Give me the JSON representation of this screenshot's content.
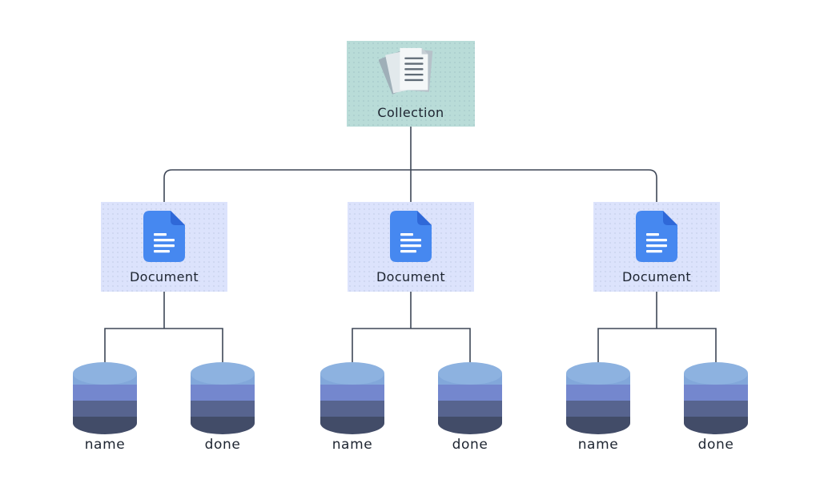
{
  "diagram": {
    "collection": {
      "label": "Collection",
      "icon": "papers-stack-icon"
    },
    "documents": [
      {
        "label": "Document",
        "icon": "document-icon",
        "fields": [
          {
            "label": "name",
            "icon": "database-cylinder-icon"
          },
          {
            "label": "done",
            "icon": "database-cylinder-icon"
          }
        ]
      },
      {
        "label": "Document",
        "icon": "document-icon",
        "fields": [
          {
            "label": "name",
            "icon": "database-cylinder-icon"
          },
          {
            "label": "done",
            "icon": "database-cylinder-icon"
          }
        ]
      },
      {
        "label": "Document",
        "icon": "document-icon",
        "fields": [
          {
            "label": "name",
            "icon": "database-cylinder-icon"
          },
          {
            "label": "done",
            "icon": "database-cylinder-icon"
          }
        ]
      }
    ],
    "colors": {
      "collection_bg": "#b9dcd8",
      "document_bg": "#dce3fc",
      "doc_icon_blue": "#4688f0",
      "doc_icon_fold": "#2f68d8",
      "line": "#3e4757",
      "text": "#1d2430",
      "cylinder_top": "#8db2e0",
      "cylinder_band1": "#82a7da",
      "cylinder_band2": "#7487ce",
      "cylinder_band3": "#57648f",
      "cylinder_band4": "#424c68",
      "paper_front": "#f4f7f8",
      "paper_mid": "#e2e9ec",
      "paper_back": "#9fafb8",
      "paper_lines": "#5f6b76"
    }
  }
}
